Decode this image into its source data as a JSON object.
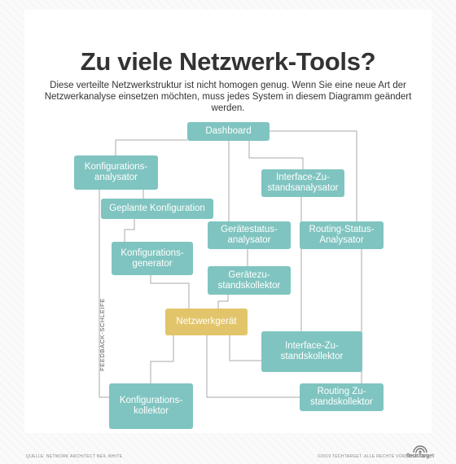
{
  "header": {
    "title": "Zu viele Netzwerk-Tools?",
    "subtitle": "Diese verteilte Netzwerkstruktur ist nicht homogen genug. Wenn Sie eine neue Art der Netzwerkanalyse einsetzen möchten, muss jedes System in diesem Diagramm geändert werden."
  },
  "diagram": {
    "nodes": {
      "dashboard": "Dashboard",
      "konfig_analysator": "Konfigurations-\nanalysator",
      "interface_analysator": "Interface-Zu-\nstandsanalysator",
      "geplante_konfiguration": "Geplante Konfiguration",
      "geraetestatus_analysator": "Gerätestatus-\nanalysator",
      "routing_status_analysator": "Routing-Status-\nAnalysator",
      "konfig_generator": "Konfigurations-\ngenerator",
      "geraete_kollektor": "Gerätezu-\nstandskollektor",
      "netzwerkgeraet": "Netzwerkgerät",
      "interface_kollektor": "Interface-Zu-\nstandskollektor",
      "routing_kollektor": "Routing Zu-\nstandskollektor",
      "konfig_kollektor": "Konfigurations-\nkollektor"
    },
    "feedback_label": "FEEDBACK-SCHLEIFE"
  },
  "footer": {
    "source": "QUELLE: NETWORK ARCHITECT NEIL WHITE",
    "copyright": "©2019 TECHTARGET. ALLE RECHTE VORBEHALTEN.",
    "logo": "TechTarget"
  },
  "colors": {
    "node": "#7fc4c0",
    "highlight": "#e2c56a",
    "line": "#aaaaaa",
    "text": "#333333"
  }
}
